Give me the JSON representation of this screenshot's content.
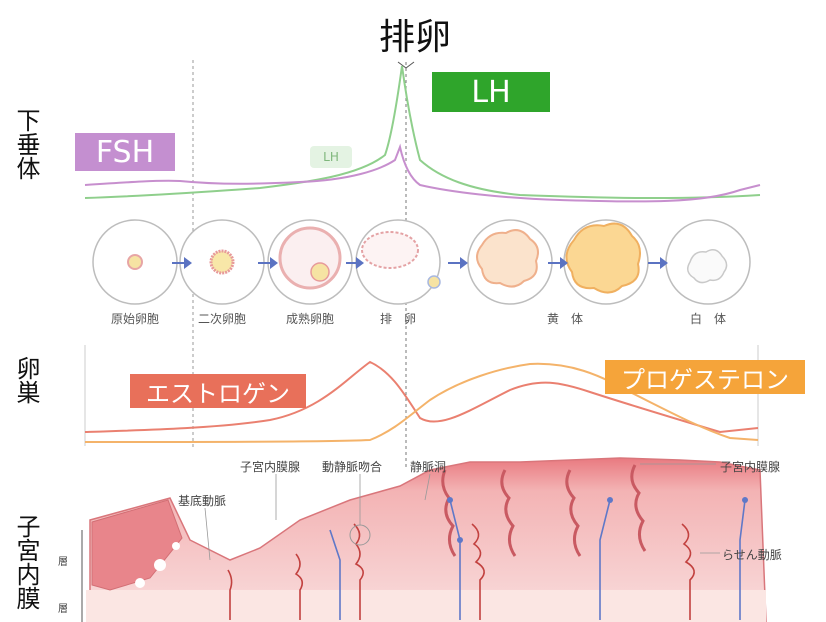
{
  "title": "排卵",
  "side_labels": {
    "pituitary": "下垂体",
    "ovary": "卵巣",
    "endometrium": "子宮内膜"
  },
  "hormones": {
    "lh_tag": "LH",
    "fsh_tag": "FSH",
    "lh_small": "LH",
    "estrogen_tag": "エストロゲン",
    "progesterone_tag": "プロゲステロン"
  },
  "stages": [
    "原始卵胞",
    "二次卵胞",
    "成熟卵胞",
    "排　卵",
    "黄　体",
    "白　体"
  ],
  "endometrium_labels": {
    "endometrial_gland": "子宮内膜腺",
    "anastomosis": "動静脈吻合",
    "venous_lake": "静脈洞",
    "endometrium": "子宮内膜腺",
    "basal_artery": "基底動脈",
    "spiral_artery": "らせん動脈",
    "layer1": "層",
    "layer2": "層"
  },
  "colors": {
    "lh_green": "#2fa52b",
    "fsh_purple": "#c48fd0",
    "estrogen_red": "#e8705a",
    "progesterone_orange": "#f5a43a",
    "tissue_pink": "#e58a8f",
    "artery_blue": "#5f78c8"
  }
}
